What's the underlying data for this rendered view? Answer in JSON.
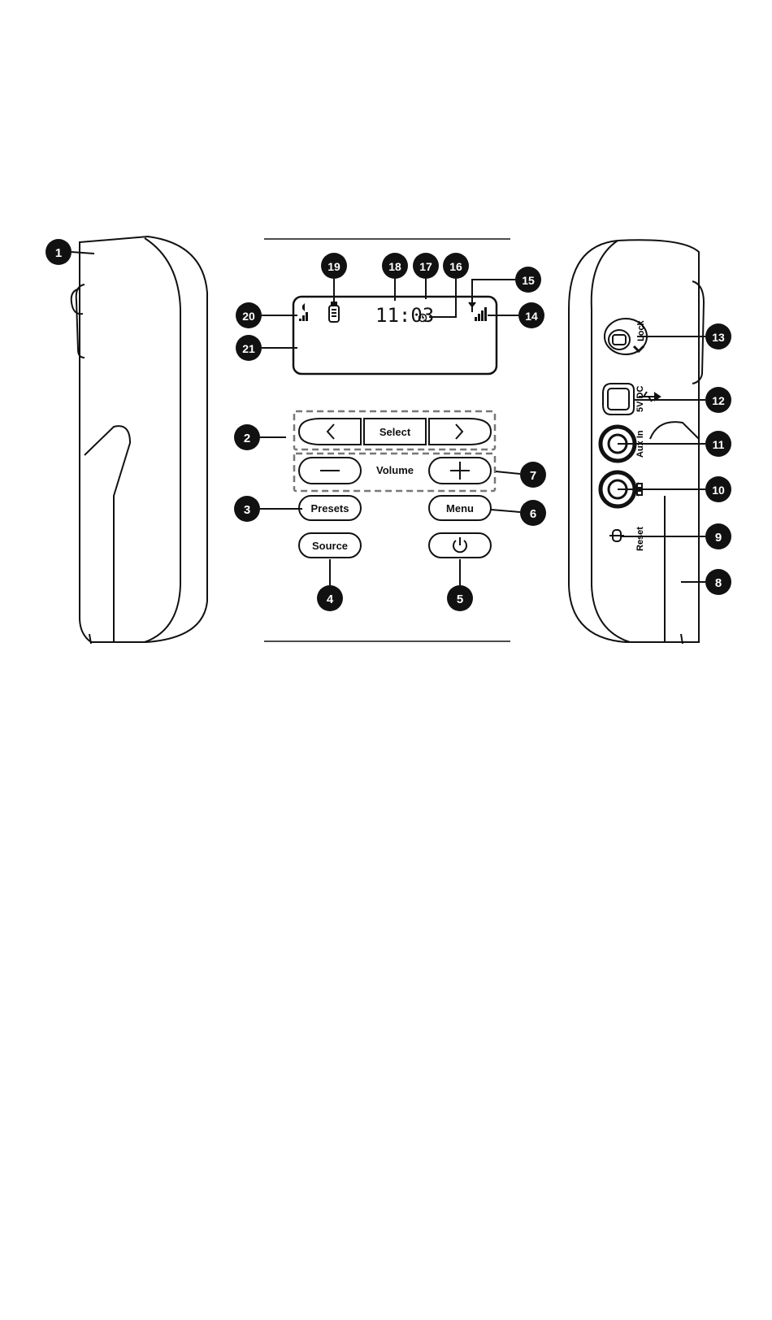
{
  "buttons": {
    "select": "Select",
    "volume": "Volume",
    "presets": "Presets",
    "menu": "Menu",
    "source": "Source"
  },
  "display": {
    "time": "11:03"
  },
  "ports": {
    "lock": "Lock",
    "dc": "5V DC",
    "aux": "Aux In",
    "reset": "Reset"
  },
  "callouts": [
    "1",
    "2",
    "3",
    "4",
    "5",
    "6",
    "7",
    "8",
    "9",
    "10",
    "11",
    "12",
    "13",
    "14",
    "15",
    "16",
    "17",
    "18",
    "19",
    "20",
    "21"
  ]
}
